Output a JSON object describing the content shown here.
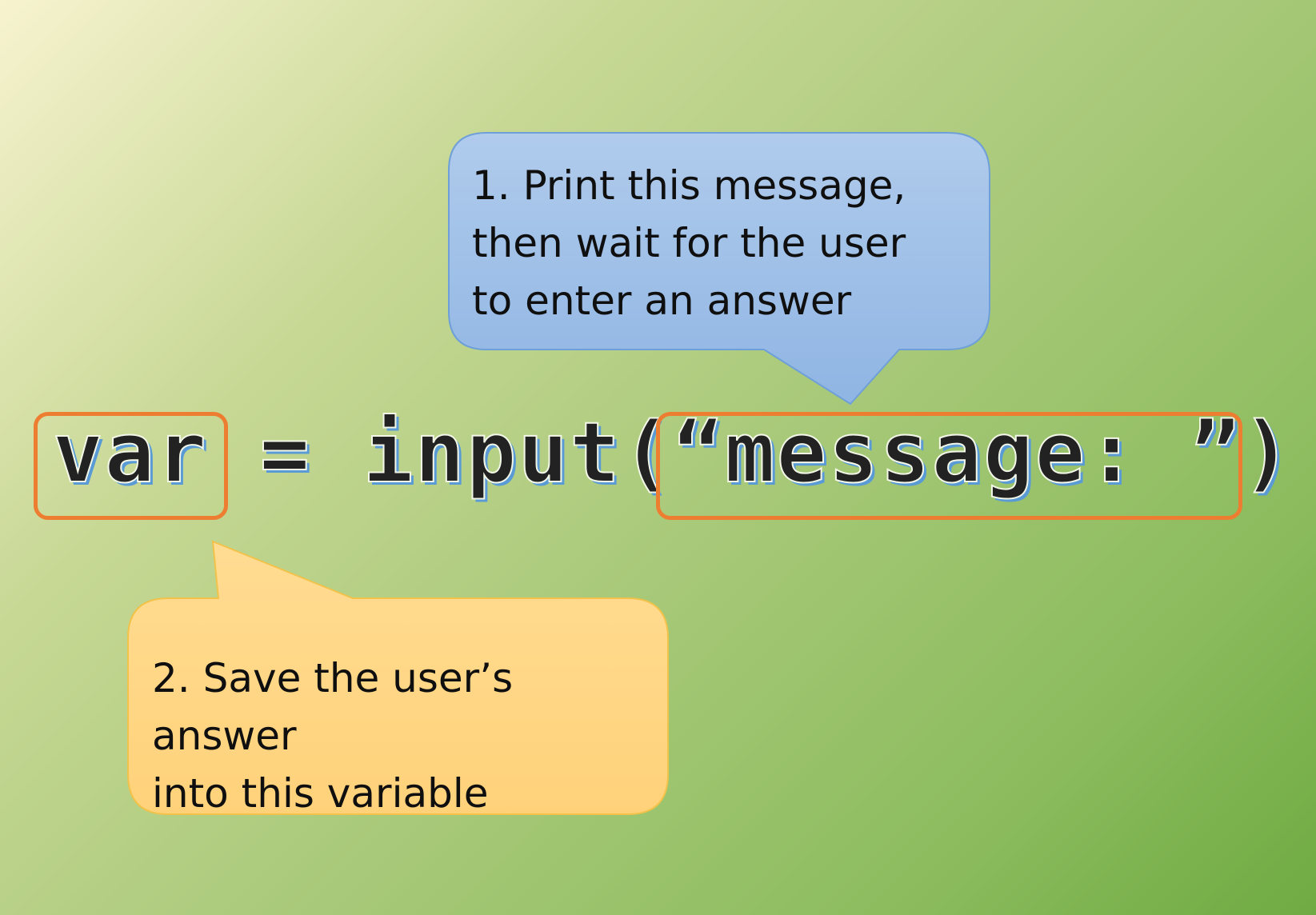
{
  "code": {
    "variable": "var",
    "assign": " = ",
    "function": "input(",
    "argument": "“message: ”",
    "close": ")"
  },
  "callouts": {
    "step1": {
      "lines": [
        "1. Print this message,",
        "then wait for the user",
        "to enter an answer"
      ],
      "fill": "#9dbde6",
      "stroke": "#6f9fd8"
    },
    "step2": {
      "lines": [
        "2. Save the user’s answer",
        "into this variable"
      ],
      "fill": "#ffd47f",
      "stroke": "#f2c24a"
    }
  },
  "colors": {
    "highlight_box": "#ed7d31",
    "code_shadow": "#5b9bd5",
    "code_text": "#222222",
    "background_start": "#f7f3cf",
    "background_end": "#6fab42"
  }
}
